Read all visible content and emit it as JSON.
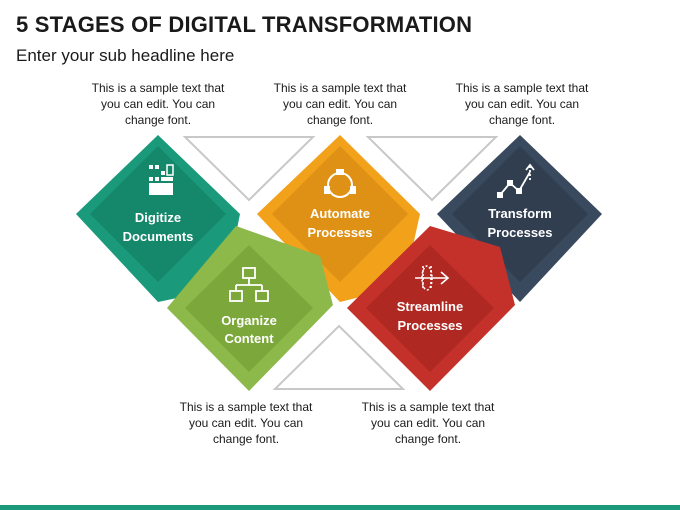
{
  "header": {
    "title": "5 STAGES OF DIGITAL TRANSFORMATION",
    "subtitle": "Enter your sub headline here"
  },
  "notes": {
    "top_1": "This is a sample text that you can edit. You can change font.",
    "top_2": "This is a sample text that you can edit. You can change font.",
    "top_3": "This is a sample text that you can edit. You can change font.",
    "bottom_1": "This is a sample text that you can edit. You can change font.",
    "bottom_2": "This is a sample text that you can edit. You can change font."
  },
  "stages": [
    {
      "line1": "Digitize",
      "line2": "Documents",
      "color": "#1a9a7b",
      "icon": "document-scan-icon"
    },
    {
      "line1": "Organize",
      "line2": "Content",
      "color": "#8db84a",
      "icon": "hierarchy-icon"
    },
    {
      "line1": "Automate",
      "line2": "Processes",
      "color": "#f2a11b",
      "icon": "cycle-arrows-icon"
    },
    {
      "line1": "Streamline",
      "line2": "Processes",
      "color": "#c4312a",
      "icon": "stream-arrow-icon"
    },
    {
      "line1": "Transform",
      "line2": "Processes",
      "color": "#3a4a5e",
      "icon": "trend-line-icon"
    }
  ],
  "colors": {
    "triangle_outline": "#c8c8c8",
    "bottom_bar": "#1a9a7b"
  }
}
